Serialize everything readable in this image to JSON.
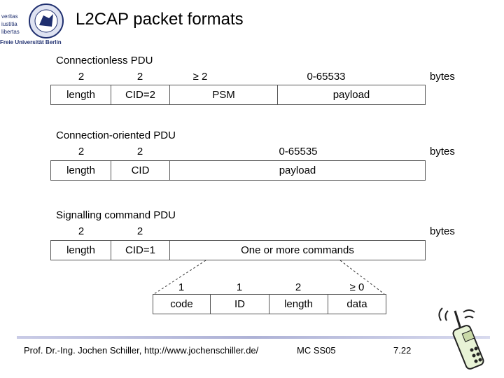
{
  "header": {
    "title": "L2CAP packet formats",
    "logo_motto": [
      "veritas",
      "iustitia",
      "libertas"
    ],
    "logo_institution": "Freie Universität Berlin"
  },
  "connectionless": {
    "label": "Connectionless PDU",
    "sizes": [
      "2",
      "2",
      "≥ 2",
      "0-65533"
    ],
    "units": "bytes",
    "fields": [
      "length",
      "CID=2",
      "PSM",
      "payload"
    ]
  },
  "connection_oriented": {
    "label": "Connection-oriented PDU",
    "sizes": [
      "2",
      "2",
      "0-65535"
    ],
    "units": "bytes",
    "fields": [
      "length",
      "CID",
      "payload"
    ]
  },
  "signalling": {
    "label": "Signalling command PDU",
    "sizes": [
      "2",
      "2"
    ],
    "units": "bytes",
    "fields": [
      "length",
      "CID=1",
      "One or more commands"
    ]
  },
  "command": {
    "sizes": [
      "1",
      "1",
      "2",
      "≥ 0"
    ],
    "fields": [
      "code",
      "ID",
      "length",
      "data"
    ]
  },
  "footer": {
    "author": "Prof. Dr.-Ing. Jochen Schiller, http://www.jochenschiller.de/",
    "course": "MC SS05",
    "page": "7.22"
  },
  "colors": {
    "footer_bar": "#aeb2d6",
    "logo": "#1f2f6f",
    "box_border": "#555555"
  }
}
